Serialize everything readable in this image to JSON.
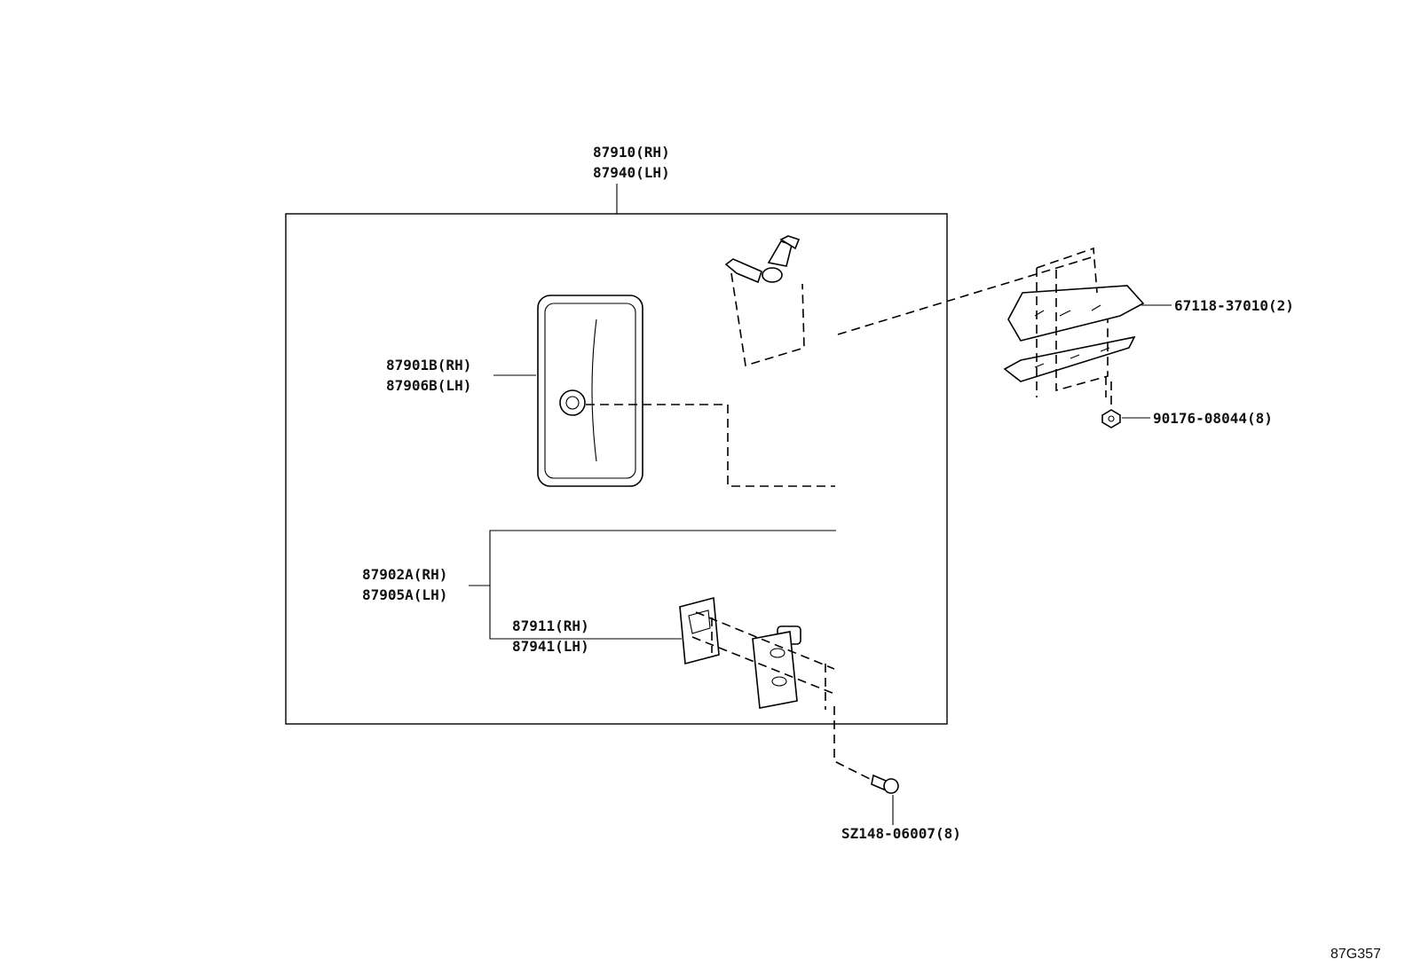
{
  "callouts": {
    "mirror_assembly": {
      "rh": "87910(RH)",
      "lh": "87940(LH)"
    },
    "mirror_glass": {
      "rh": "87901B(RH)",
      "lh": "87906B(LH)"
    },
    "stay": {
      "rh": "87902A(RH)",
      "lh": "87905A(LH)"
    },
    "bracket": {
      "rh": "87911(RH)",
      "lh": "87941(LH)"
    },
    "retainer": "67118-37010(2)",
    "nut": "90176-08044(8)",
    "screw": "SZ148-06007(8)"
  },
  "diagram_ref": "87G357"
}
